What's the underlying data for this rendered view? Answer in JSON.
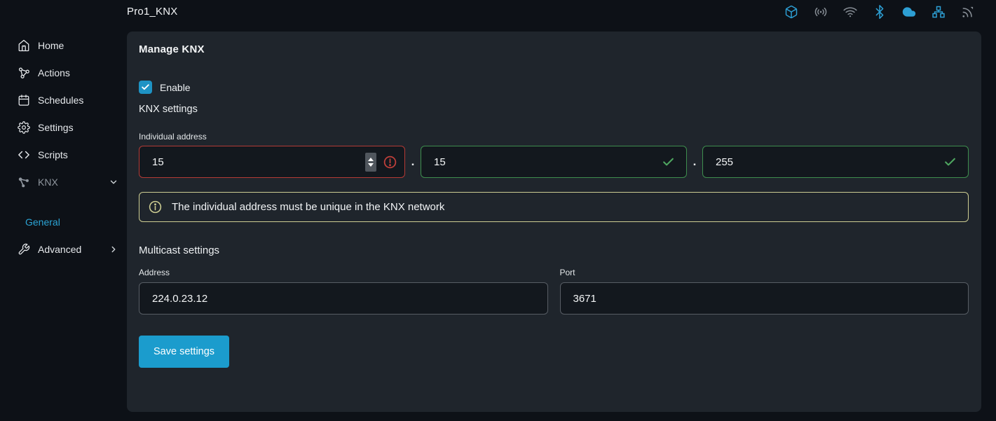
{
  "topbar": {
    "title": "Pro1_KNX",
    "status_icons": [
      {
        "name": "package-icon",
        "color": "#2d9fd4"
      },
      {
        "name": "broadcast-icon",
        "color": "#878e96"
      },
      {
        "name": "wifi-icon",
        "color": "#878e96"
      },
      {
        "name": "bluetooth-icon",
        "color": "#2d9fd4"
      },
      {
        "name": "cloud-icon",
        "color": "#2d9fd4"
      },
      {
        "name": "network-icon",
        "color": "#2d9fd4"
      },
      {
        "name": "signal-icon",
        "color": "#878e96"
      }
    ]
  },
  "sidebar": {
    "items": [
      {
        "label": "Home"
      },
      {
        "label": "Actions"
      },
      {
        "label": "Schedules"
      },
      {
        "label": "Settings"
      },
      {
        "label": "Scripts"
      },
      {
        "label": "KNX",
        "expanded": true
      },
      {
        "label": "General",
        "active": true
      },
      {
        "label": "Advanced",
        "has_submenu": true
      }
    ]
  },
  "main": {
    "heading": "Manage KNX",
    "enable": {
      "label": "Enable",
      "checked": true
    },
    "knx_settings_title": "KNX settings",
    "individual_address": {
      "label": "Individual address",
      "separator": ".",
      "fields": [
        {
          "value": "15",
          "state": "error"
        },
        {
          "value": "15",
          "state": "valid"
        },
        {
          "value": "255",
          "state": "valid"
        }
      ]
    },
    "info_message": "The individual address must be unique in the KNX network",
    "multicast": {
      "title": "Multicast settings",
      "address_label": "Address",
      "address_value": "224.0.23.12",
      "port_label": "Port",
      "port_value": "3671"
    },
    "save_button_label": "Save settings"
  },
  "colors": {
    "page_bg": "#0d1117",
    "card_bg": "#1f252c",
    "input_bg": "#13181e",
    "accent_cyan": "#1b9ccd",
    "error_red": "#b43a35",
    "valid_green": "#3e8e4e",
    "info_khaki": "#cdcd92"
  }
}
